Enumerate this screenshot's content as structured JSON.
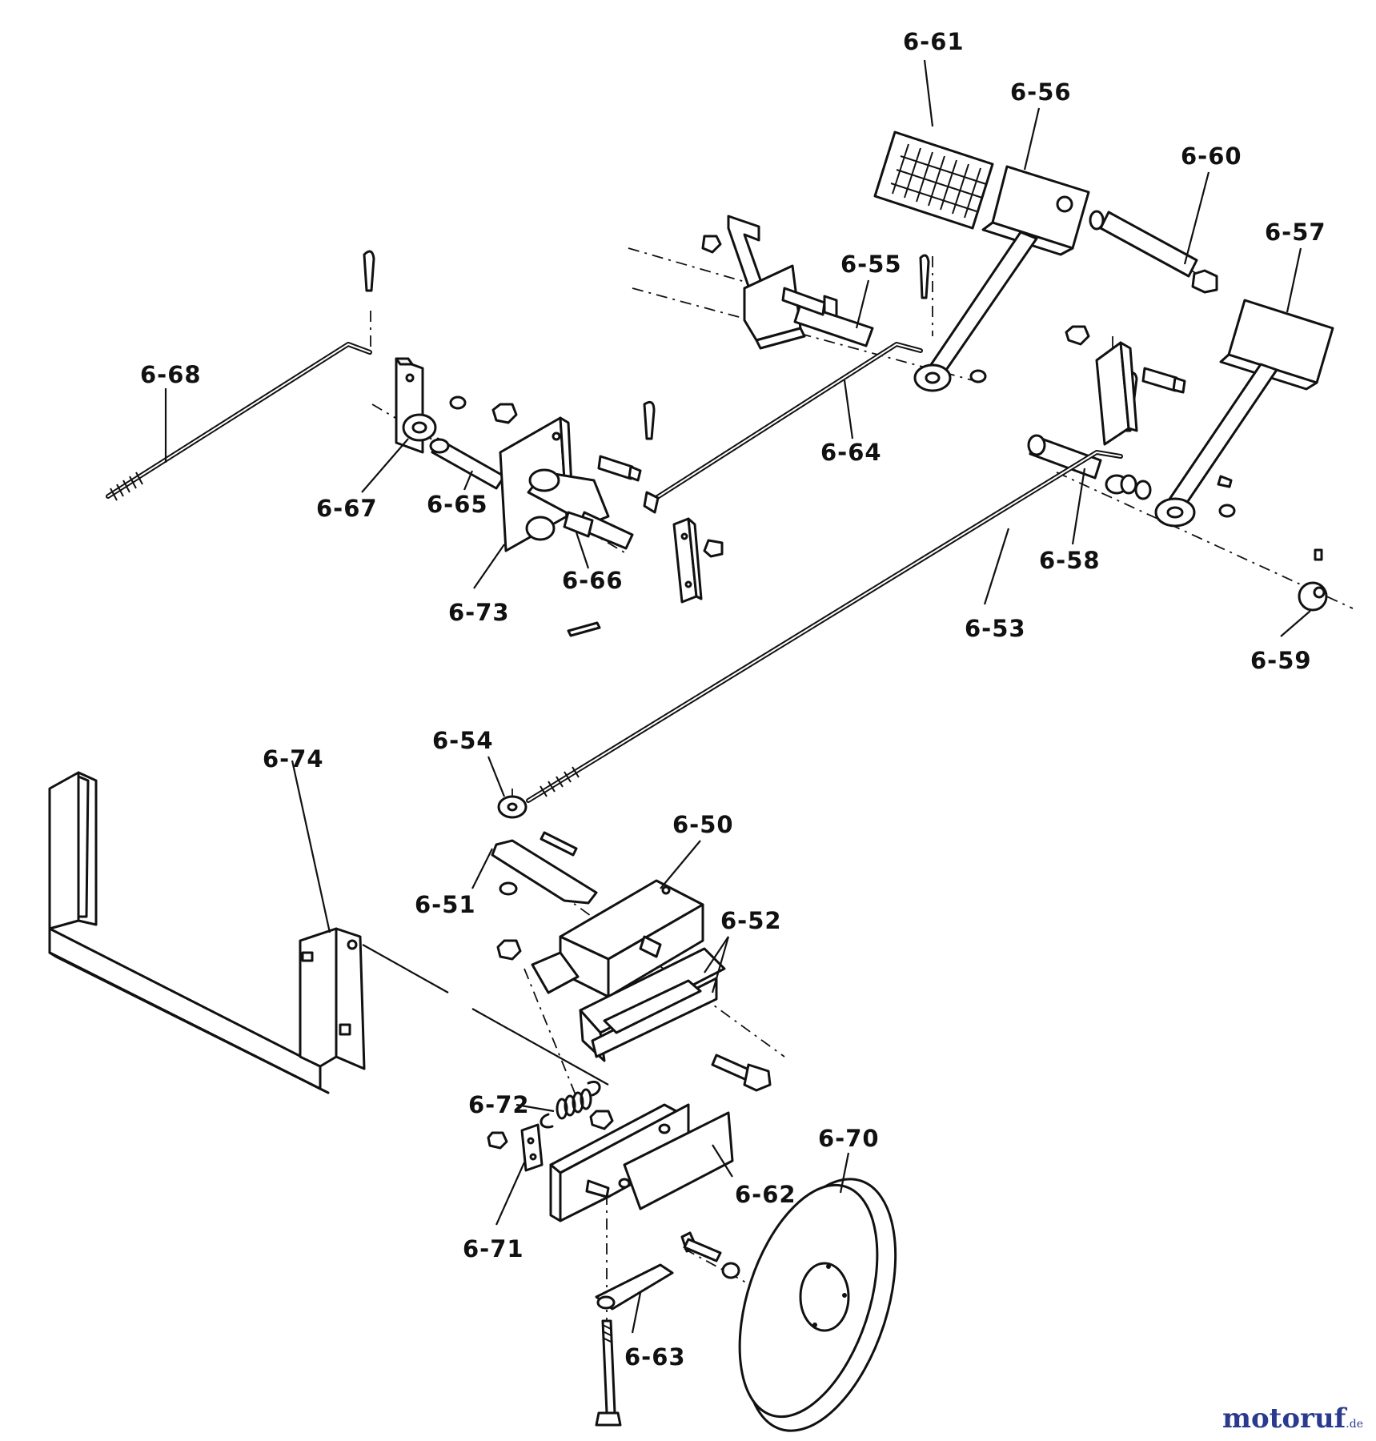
{
  "diagram": {
    "callouts": [
      "6-61",
      "6-56",
      "6-60",
      "6-57",
      "6-55",
      "6-68",
      "6-64",
      "6-67",
      "6-65",
      "6-73",
      "6-66",
      "6-58",
      "6-53",
      "6-59",
      "6-54",
      "6-74",
      "6-50",
      "6-51",
      "6-52",
      "6-72",
      "6-62",
      "6-71",
      "6-70",
      "6-63"
    ]
  },
  "watermark": {
    "brand": "motoruf",
    "suffix": ".de"
  }
}
